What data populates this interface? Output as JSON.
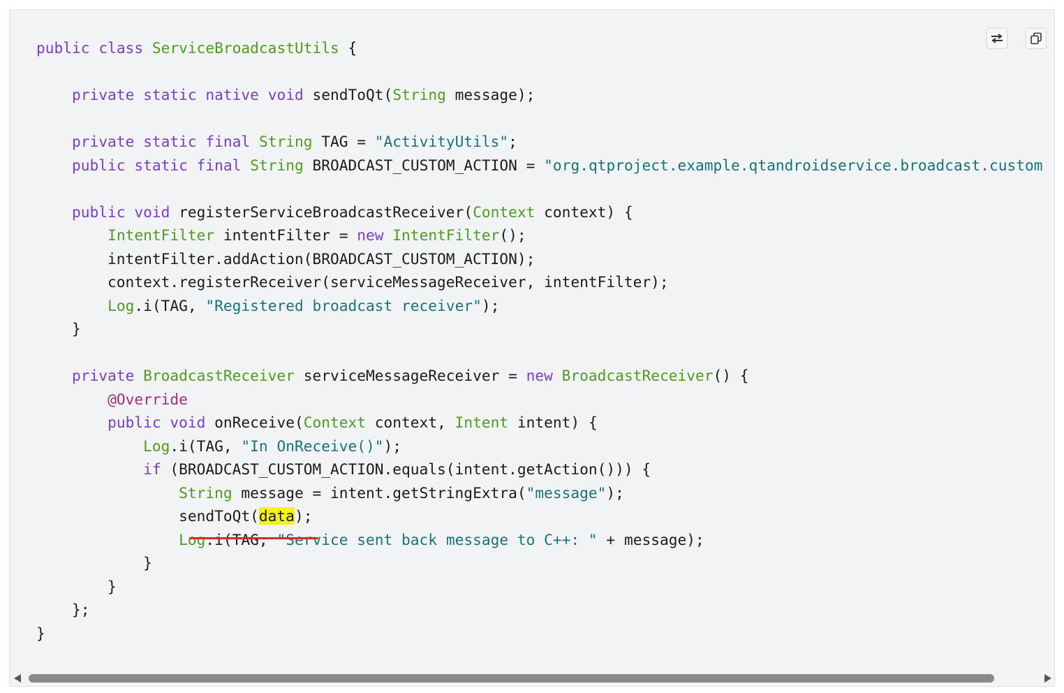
{
  "toolbar": {
    "wrap_icon": "wrap-toggle-icon",
    "copy_icon": "copy-icon"
  },
  "code": {
    "lines": [
      [
        {
          "c": "kw",
          "t": "public"
        },
        {
          "c": "pl",
          "t": " "
        },
        {
          "c": "kw",
          "t": "class"
        },
        {
          "c": "pl",
          "t": " "
        },
        {
          "c": "ty",
          "t": "ServiceBroadcastUtils"
        },
        {
          "c": "pl",
          "t": " {"
        }
      ],
      [],
      [
        {
          "c": "pl",
          "t": "    "
        },
        {
          "c": "kw",
          "t": "private"
        },
        {
          "c": "pl",
          "t": " "
        },
        {
          "c": "kw",
          "t": "static"
        },
        {
          "c": "pl",
          "t": " "
        },
        {
          "c": "kw",
          "t": "native"
        },
        {
          "c": "pl",
          "t": " "
        },
        {
          "c": "kw",
          "t": "void"
        },
        {
          "c": "pl",
          "t": " sendToQt("
        },
        {
          "c": "ty",
          "t": "String"
        },
        {
          "c": "pl",
          "t": " message);"
        }
      ],
      [],
      [
        {
          "c": "pl",
          "t": "    "
        },
        {
          "c": "kw",
          "t": "private"
        },
        {
          "c": "pl",
          "t": " "
        },
        {
          "c": "kw",
          "t": "static"
        },
        {
          "c": "pl",
          "t": " "
        },
        {
          "c": "kw",
          "t": "final"
        },
        {
          "c": "pl",
          "t": " "
        },
        {
          "c": "ty",
          "t": "String"
        },
        {
          "c": "pl",
          "t": " TAG = "
        },
        {
          "c": "st",
          "t": "\"ActivityUtils\""
        },
        {
          "c": "pl",
          "t": ";"
        }
      ],
      [
        {
          "c": "pl",
          "t": "    "
        },
        {
          "c": "kw",
          "t": "public"
        },
        {
          "c": "pl",
          "t": " "
        },
        {
          "c": "kw",
          "t": "static"
        },
        {
          "c": "pl",
          "t": " "
        },
        {
          "c": "kw",
          "t": "final"
        },
        {
          "c": "pl",
          "t": " "
        },
        {
          "c": "ty",
          "t": "String"
        },
        {
          "c": "pl",
          "t": " BROADCAST_CUSTOM_ACTION = "
        },
        {
          "c": "st",
          "t": "\"org.qtproject.example.qtandroidservice.broadcast.custom"
        }
      ],
      [],
      [
        {
          "c": "pl",
          "t": "    "
        },
        {
          "c": "kw",
          "t": "public"
        },
        {
          "c": "pl",
          "t": " "
        },
        {
          "c": "kw",
          "t": "void"
        },
        {
          "c": "pl",
          "t": " registerServiceBroadcastReceiver("
        },
        {
          "c": "ty",
          "t": "Context"
        },
        {
          "c": "pl",
          "t": " context) {"
        }
      ],
      [
        {
          "c": "pl",
          "t": "        "
        },
        {
          "c": "ty",
          "t": "IntentFilter"
        },
        {
          "c": "pl",
          "t": " intentFilter = "
        },
        {
          "c": "kw",
          "t": "new"
        },
        {
          "c": "pl",
          "t": " "
        },
        {
          "c": "ty",
          "t": "IntentFilter"
        },
        {
          "c": "pl",
          "t": "();"
        }
      ],
      [
        {
          "c": "pl",
          "t": "        intentFilter.addAction(BROADCAST_CUSTOM_ACTION);"
        }
      ],
      [
        {
          "c": "pl",
          "t": "        context.registerReceiver(serviceMessageReceiver, intentFilter);"
        }
      ],
      [
        {
          "c": "pl",
          "t": "        "
        },
        {
          "c": "ty",
          "t": "Log"
        },
        {
          "c": "pl",
          "t": ".i(TAG, "
        },
        {
          "c": "st",
          "t": "\"Registered broadcast receiver\""
        },
        {
          "c": "pl",
          "t": ");"
        }
      ],
      [
        {
          "c": "pl",
          "t": "    }"
        }
      ],
      [],
      [
        {
          "c": "pl",
          "t": "    "
        },
        {
          "c": "kw",
          "t": "private"
        },
        {
          "c": "pl",
          "t": " "
        },
        {
          "c": "ty",
          "t": "BroadcastReceiver"
        },
        {
          "c": "pl",
          "t": " serviceMessageReceiver = "
        },
        {
          "c": "kw",
          "t": "new"
        },
        {
          "c": "pl",
          "t": " "
        },
        {
          "c": "ty",
          "t": "BroadcastReceiver"
        },
        {
          "c": "pl",
          "t": "() {"
        }
      ],
      [
        {
          "c": "pl",
          "t": "        "
        },
        {
          "c": "an",
          "t": "@Override"
        }
      ],
      [
        {
          "c": "pl",
          "t": "        "
        },
        {
          "c": "kw",
          "t": "public"
        },
        {
          "c": "pl",
          "t": " "
        },
        {
          "c": "kw",
          "t": "void"
        },
        {
          "c": "pl",
          "t": " onReceive("
        },
        {
          "c": "ty",
          "t": "Context"
        },
        {
          "c": "pl",
          "t": " context, "
        },
        {
          "c": "ty",
          "t": "Intent"
        },
        {
          "c": "pl",
          "t": " intent) {"
        }
      ],
      [
        {
          "c": "pl",
          "t": "            "
        },
        {
          "c": "ty",
          "t": "Log"
        },
        {
          "c": "pl",
          "t": ".i(TAG, "
        },
        {
          "c": "st",
          "t": "\"In OnReceive()\""
        },
        {
          "c": "pl",
          "t": ");"
        }
      ],
      [
        {
          "c": "pl",
          "t": "            "
        },
        {
          "c": "kw",
          "t": "if"
        },
        {
          "c": "pl",
          "t": " (BROADCAST_CUSTOM_ACTION.equals(intent.getAction())) {"
        }
      ],
      [
        {
          "c": "pl",
          "t": "                "
        },
        {
          "c": "ty",
          "t": "String"
        },
        {
          "c": "pl",
          "t": " message = intent.getStringExtra("
        },
        {
          "c": "st",
          "t": "\"message\""
        },
        {
          "c": "pl",
          "t": ");"
        }
      ],
      [
        {
          "c": "pl",
          "t": "                sendToQt("
        },
        {
          "c": "pl hl",
          "t": "data"
        },
        {
          "c": "pl",
          "t": ");"
        }
      ],
      [
        {
          "c": "pl",
          "t": "                "
        },
        {
          "c": "ty",
          "t": "Log"
        },
        {
          "c": "pl",
          "t": ".i(TAG, "
        },
        {
          "c": "st",
          "t": "\"Service sent back message to C++: \""
        },
        {
          "c": "pl",
          "t": " + message);"
        }
      ],
      [
        {
          "c": "pl",
          "t": "            }"
        }
      ],
      [
        {
          "c": "pl",
          "t": "        }"
        }
      ],
      [
        {
          "c": "pl",
          "t": "    };"
        }
      ],
      [
        {
          "c": "pl",
          "t": "}"
        }
      ]
    ]
  },
  "colors": {
    "keyword": "#7a3ec0",
    "type": "#4f9a22",
    "string": "#18727a",
    "annotation": "#9a2f7e",
    "highlight": "#f7f317",
    "underline": "#e0262b",
    "background": "#f2f3f5"
  }
}
